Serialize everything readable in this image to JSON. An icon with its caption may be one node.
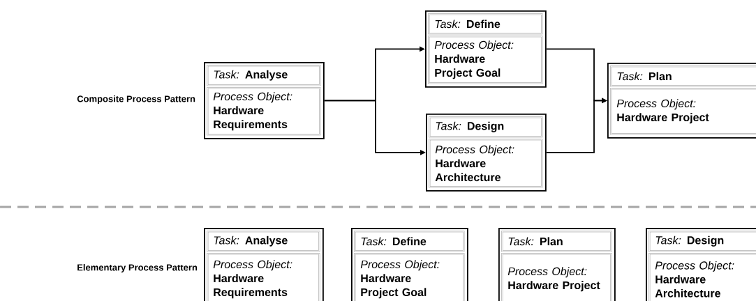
{
  "diagram": {
    "nodes": [
      {
        "text": [],
        "shape": "box"
      },
      {
        "text": [
          "*Task:* **Analyse**"
        ],
        "in": 0
      },
      {
        "text": [
          "*Process Object:* **Hardware Requirements**"
        ],
        "in": 0
      },
      {
        "text": [],
        "shape": "box"
      },
      {
        "text": [
          "*Task:* **Define**"
        ],
        "in": 3
      },
      {
        "text": [
          "*Process Object:* **Hardware Project Goal**"
        ],
        "in": 3
      },
      {
        "text": [],
        "shape": "box"
      },
      {
        "text": [
          "*Task:* **Design**"
        ],
        "in": 6
      },
      {
        "text": [
          "*Process Object:* **Hardware Architecture**"
        ],
        "in": 6
      },
      {
        "text": [],
        "shape": "box"
      },
      {
        "text": [
          "*Task:* **Plan**"
        ],
        "in": 9
      },
      {
        "text": [
          "*Process Object:* **Hardware Project**"
        ],
        "in": 9
      },
      {
        "text": [],
        "shape": "box"
      },
      {
        "text": [
          "*Task:* **Analyse**"
        ],
        "in": 12
      },
      {
        "text": [
          "*Process Object:* **Hardware Requirements**"
        ],
        "in": 12
      },
      {
        "text": [],
        "shape": "box"
      },
      {
        "text": [
          "*Task:* **Define**"
        ],
        "in": 15
      },
      {
        "text": [
          "*Process Object:* **Hardware Project Goal**"
        ],
        "in": 15
      },
      {
        "text": [],
        "shape": "box"
      },
      {
        "text": [
          "*Task:* **Plan**"
        ],
        "in": 18
      },
      {
        "text": [
          "*Process Object:* **Hardware Project**"
        ],
        "in": 18
      },
      {
        "text": [],
        "shape": "box"
      },
      {
        "text": [
          "*Task:* **Design**"
        ],
        "in": 21
      },
      {
        "text": [
          "*Process Object:* **Hardware Architecture**"
        ],
        "in": 21
      }
    ],
    "edges": [
      {
        "from": 0,
        "to": 3,
        "arrow": "to"
      },
      {
        "from": 0,
        "to": 6,
        "arrow": "to"
      },
      {
        "from": 3,
        "to": 9,
        "arrow": "to"
      },
      {
        "from": 6,
        "to": 9,
        "arrow": "to"
      }
    ],
    "labels": [
      "Composite Process Pattern",
      "Elementary Process Pattern"
    ]
  }
}
